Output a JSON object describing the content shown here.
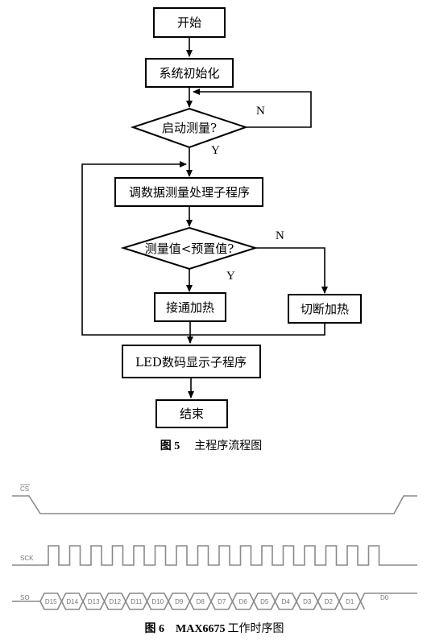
{
  "flowchart": {
    "start": "开始",
    "init": "系统初始化",
    "decision_start": "启动测量?",
    "call_measure": "调数据测量处理子程序",
    "decision_compare": "测量值<预置值?",
    "heat_on": "接通加热",
    "heat_off": "切断加热",
    "display": "LED数码显示子程序",
    "end": "结束",
    "label_n1": "N",
    "label_y1": "Y",
    "label_n2": "N",
    "label_y2": "Y"
  },
  "figure5_caption": {
    "number": "图 5",
    "title": "主程序流程图"
  },
  "timing": {
    "signals": {
      "cs": "CS",
      "sck": "SCK",
      "so": "SO"
    },
    "bits": [
      "D15",
      "D14",
      "D13",
      "D12",
      "D11",
      "D10",
      "D9",
      "D8",
      "D7",
      "D6",
      "D5",
      "D4",
      "D3",
      "D2",
      "D1"
    ],
    "last_bit": "D0"
  },
  "figure6_caption": {
    "number": "图 6",
    "chip": "MAX6675",
    "title": "工作时序图"
  }
}
